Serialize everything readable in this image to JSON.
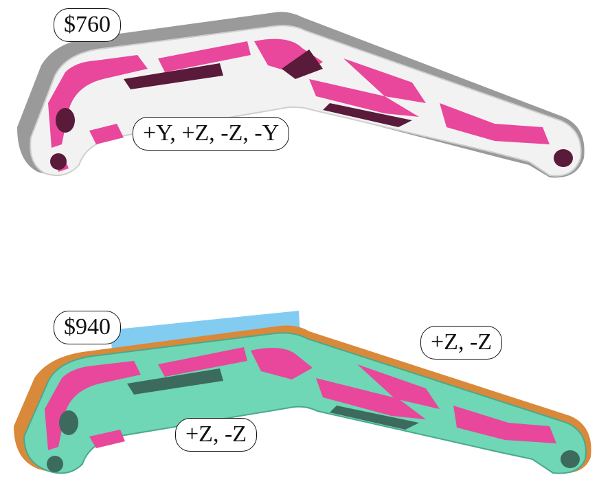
{
  "top": {
    "cost_label": "$760",
    "orientation_label": "+Y, +Z, -Z, -Y"
  },
  "bottom": {
    "cost_label": "$940",
    "orientation_label_right": "+Z, -Z",
    "orientation_label_left": "+Z, -Z"
  },
  "colors": {
    "part_grey": "#9a9a9a",
    "part_white": "#f2f2f2",
    "overhang_magenta": "#e8479b",
    "part_teal": "#6fd6b6",
    "part_orange": "#d9893a",
    "fixture_blue": "#6cc3f0"
  }
}
